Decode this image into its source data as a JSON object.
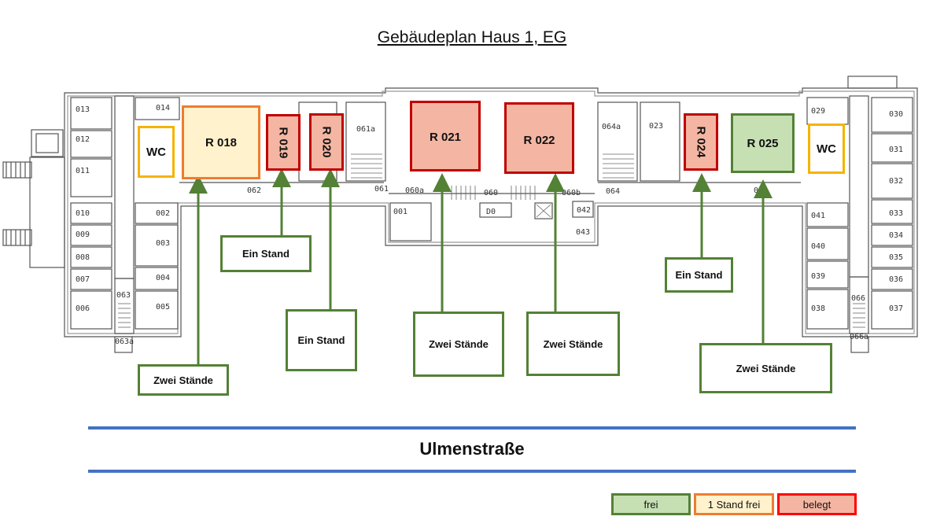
{
  "title": "Gebäudeplan Haus 1, EG",
  "street": "Ulmenstraße",
  "colors": {
    "frei_fill": "#c6e0b4",
    "frei_border": "#538135",
    "stand_fill": "#fff2cc",
    "stand_border": "#ed7d31",
    "belegt_fill": "#f4b6a3",
    "belegt_border": "#c00000",
    "wc_border": "#f4b400",
    "arrow": "#538135",
    "street_line": "#4472c4"
  },
  "rooms": {
    "wc_left": "WC",
    "r018": "R 018",
    "r019": "R 019",
    "r020": "R 020",
    "r021": "R 021",
    "r022": "R 022",
    "r024": "R 024",
    "r025": "R 025",
    "wc_right": "WC"
  },
  "callouts": {
    "r018": "Zwei Stände",
    "r019": "Ein Stand",
    "r020": "Ein Stand",
    "r021": "Zwei Stände",
    "r022": "Zwei Stände",
    "r024": "Ein Stand",
    "r025": "Zwei Stände"
  },
  "legend": {
    "frei": "frei",
    "one_free": "1 Stand frei",
    "belegt": "belegt"
  },
  "room_numbers": [
    "013",
    "014",
    "012",
    "011",
    "010",
    "002",
    "003",
    "009",
    "008",
    "004",
    "007",
    "006",
    "005",
    "063",
    "063a",
    "062",
    "061a",
    "061",
    "060a",
    "060",
    "001",
    "D0",
    "064a",
    "060b",
    "042",
    "043",
    "064",
    "023",
    "065",
    "029",
    "030",
    "031",
    "032",
    "041",
    "033",
    "034",
    "040",
    "035",
    "039",
    "036",
    "038",
    "066",
    "037",
    "066a"
  ]
}
